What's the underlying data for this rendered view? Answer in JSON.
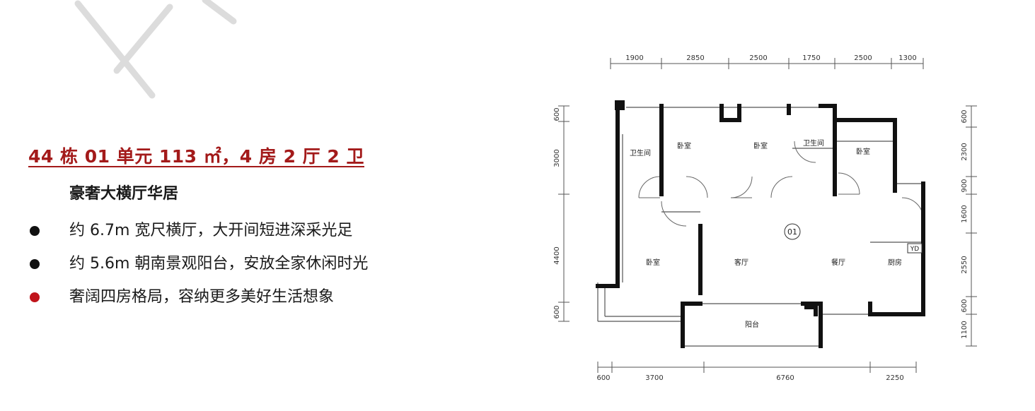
{
  "heading": "44 栋  01 单元 113 ㎡，4 房 2 厅 2 卫",
  "subtitle": "豪奢大横厅华居",
  "bullets": [
    {
      "text": "约 6.7m 宽尺横厅，大开间短进深采光足",
      "dot_color": "#111111"
    },
    {
      "text": "约 5.6m 朝南景观阳台，安放全家休闲时光",
      "dot_color": "#111111"
    },
    {
      "text": "奢阔四房格局，容纳更多美好生活想象",
      "dot_color": "#c0141b"
    }
  ],
  "floor_plan": {
    "top_dims": [
      "1900",
      "2850",
      "2500",
      "1750",
      "2500",
      "1300"
    ],
    "bottom_dims": [
      "600",
      "3700",
      "6760",
      "2250"
    ],
    "left_dims": [
      "600",
      "3000",
      "4400",
      "600"
    ],
    "right_dims": [
      "600",
      "2300",
      "900",
      "1600",
      "2550",
      "600",
      "1100"
    ],
    "rooms": {
      "bath1": "卫生间",
      "bed1": "卧室",
      "bed2": "卧室",
      "bath2": "卫生间",
      "bed3": "卧室",
      "bed4": "卧室",
      "living": "客厅",
      "dining": "餐厅",
      "kitchen": "厨房",
      "balcony": "阳台"
    },
    "unit": "01",
    "yd": "YD"
  }
}
